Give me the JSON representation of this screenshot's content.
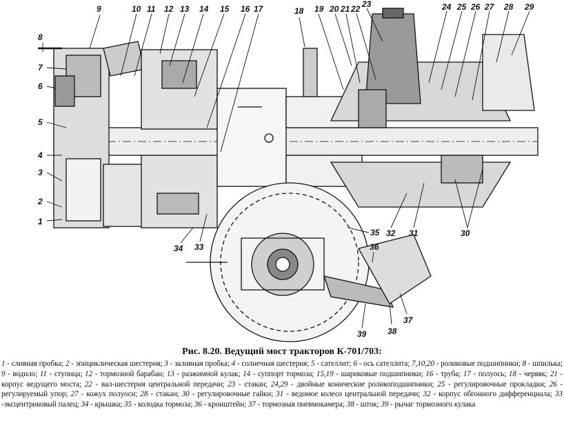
{
  "figure": {
    "callouts": [
      "1",
      "2",
      "3",
      "4",
      "5",
      "6",
      "7",
      "8",
      "9",
      "10",
      "11",
      "12",
      "13",
      "14",
      "15",
      "16",
      "17",
      "18",
      "19",
      "20",
      "21",
      "22",
      "23",
      "24",
      "25",
      "26",
      "27",
      "28",
      "29",
      "30",
      "31",
      "32",
      "33",
      "34",
      "35",
      "36",
      "37",
      "38",
      "39"
    ],
    "caption_title": "Рис. 8.20. Ведущий мост тракторов К-701/703:",
    "legend": [
      {
        "n": "1",
        "t": " - сливная пробка; "
      },
      {
        "n": "2",
        "t": " - эпициклическая шестерня; "
      },
      {
        "n": "3",
        "t": " - заливная пробка; "
      },
      {
        "n": "4",
        "t": " - солнечная шестерня; "
      },
      {
        "n": "5",
        "t": " - сателлит; "
      },
      {
        "n": "6",
        "t": " - ось сателлита; "
      },
      {
        "n": "7,10,20",
        "t": " - роликовые подшипники; "
      },
      {
        "n": "8",
        "t": " - шпилька; "
      },
      {
        "n": "9",
        "t": " - водило; "
      },
      {
        "n": "11",
        "t": " - ступица; "
      },
      {
        "n": "12",
        "t": " - тормозной барабан; "
      },
      {
        "n": "13",
        "t": " - разжимной кулак; "
      },
      {
        "n": "14",
        "t": " - суппорт тормоза; "
      },
      {
        "n": "15,19",
        "t": " - шариковые подшипники; "
      },
      {
        "n": "16",
        "t": " - труба; "
      },
      {
        "n": "17",
        "t": " - полуось; "
      },
      {
        "n": "18",
        "t": " - червяк; "
      },
      {
        "n": "21",
        "t": " - корпус ведущего моста; "
      },
      {
        "n": "22",
        "t": " - вал-шестерня центральной передачи; "
      },
      {
        "n": "23",
        "t": " - стакан; "
      },
      {
        "n": "24,29",
        "t": " - двойные конические роликоподшипники; "
      },
      {
        "n": "25",
        "t": " - регулировочные прокладки; "
      },
      {
        "n": "26",
        "t": " - регулируемый упор; "
      },
      {
        "n": "27",
        "t": " - кожух полуоси; "
      },
      {
        "n": "28",
        "t": " - стакан; "
      },
      {
        "n": "30",
        "t": " - регулировочные гайки; "
      },
      {
        "n": "31",
        "t": " - ведомое колесо центральной передачи; "
      },
      {
        "n": "32",
        "t": " - корпус обгонного дифференциала; "
      },
      {
        "n": "33",
        "t": " -эксцентриковый палец; "
      },
      {
        "n": "34",
        "t": " - крышка; "
      },
      {
        "n": "35",
        "t": " - колодка тормоза; "
      },
      {
        "n": "36",
        "t": " - кронштейн; "
      },
      {
        "n": "37",
        "t": " - тормозная пневмокамера; "
      },
      {
        "n": "38",
        "t": " - шток; "
      },
      {
        "n": "39",
        "t": " - рычаг тормозного кулака"
      }
    ]
  }
}
